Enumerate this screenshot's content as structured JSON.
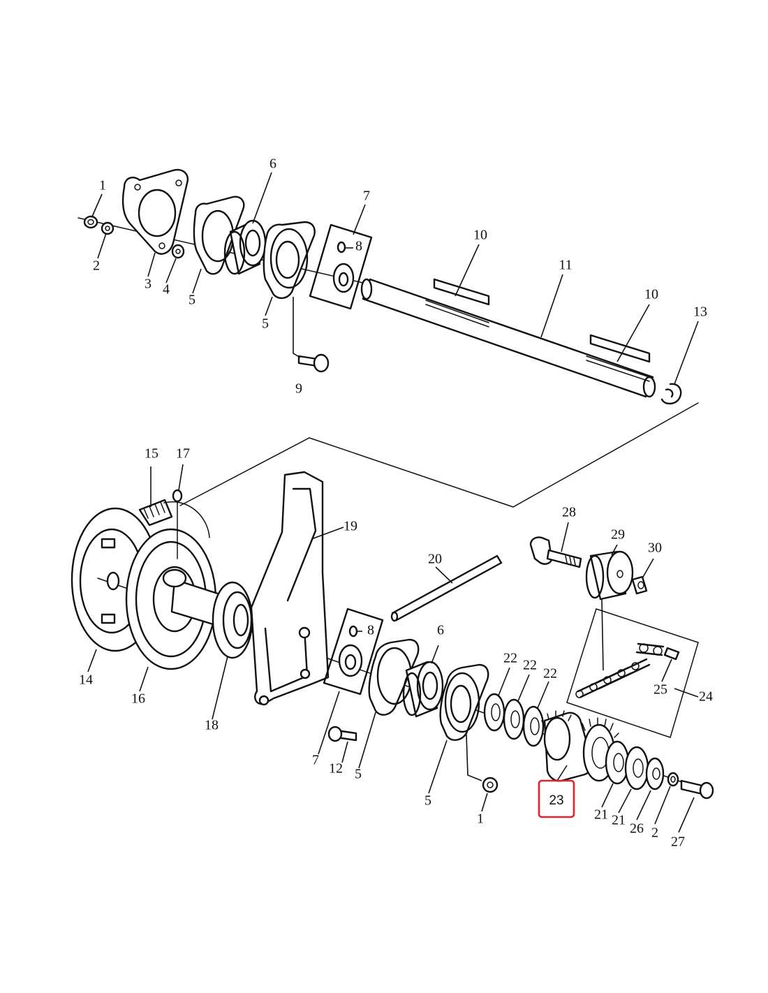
{
  "diagram": {
    "highlight_color": "#e8222b",
    "highlighted_callout": "23",
    "callouts": {
      "c1_top": "1",
      "c2_top": "2",
      "c3": "3",
      "c4": "4",
      "c5_a": "5",
      "c5_b": "5",
      "c6_top": "6",
      "c7_top": "7",
      "c8_top": "8",
      "c9": "9",
      "c10_a": "10",
      "c10_b": "10",
      "c11": "11",
      "c13": "13",
      "c14": "14",
      "c15": "15",
      "c16": "16",
      "c17": "17",
      "c18": "18",
      "c19": "19",
      "c20": "20",
      "c7_bot": "7",
      "c8_bot": "8",
      "c12": "12",
      "c5_c": "5",
      "c6_bot": "6",
      "c5_d": "5",
      "c1_bot": "1",
      "c22_a": "22",
      "c22_b": "22",
      "c22_c": "22",
      "c21_a": "21",
      "c21_b": "21",
      "c26": "26",
      "c2_bot": "2",
      "c27": "27",
      "c24": "24",
      "c25": "25",
      "c28": "28",
      "c29": "29",
      "c30": "30"
    }
  }
}
